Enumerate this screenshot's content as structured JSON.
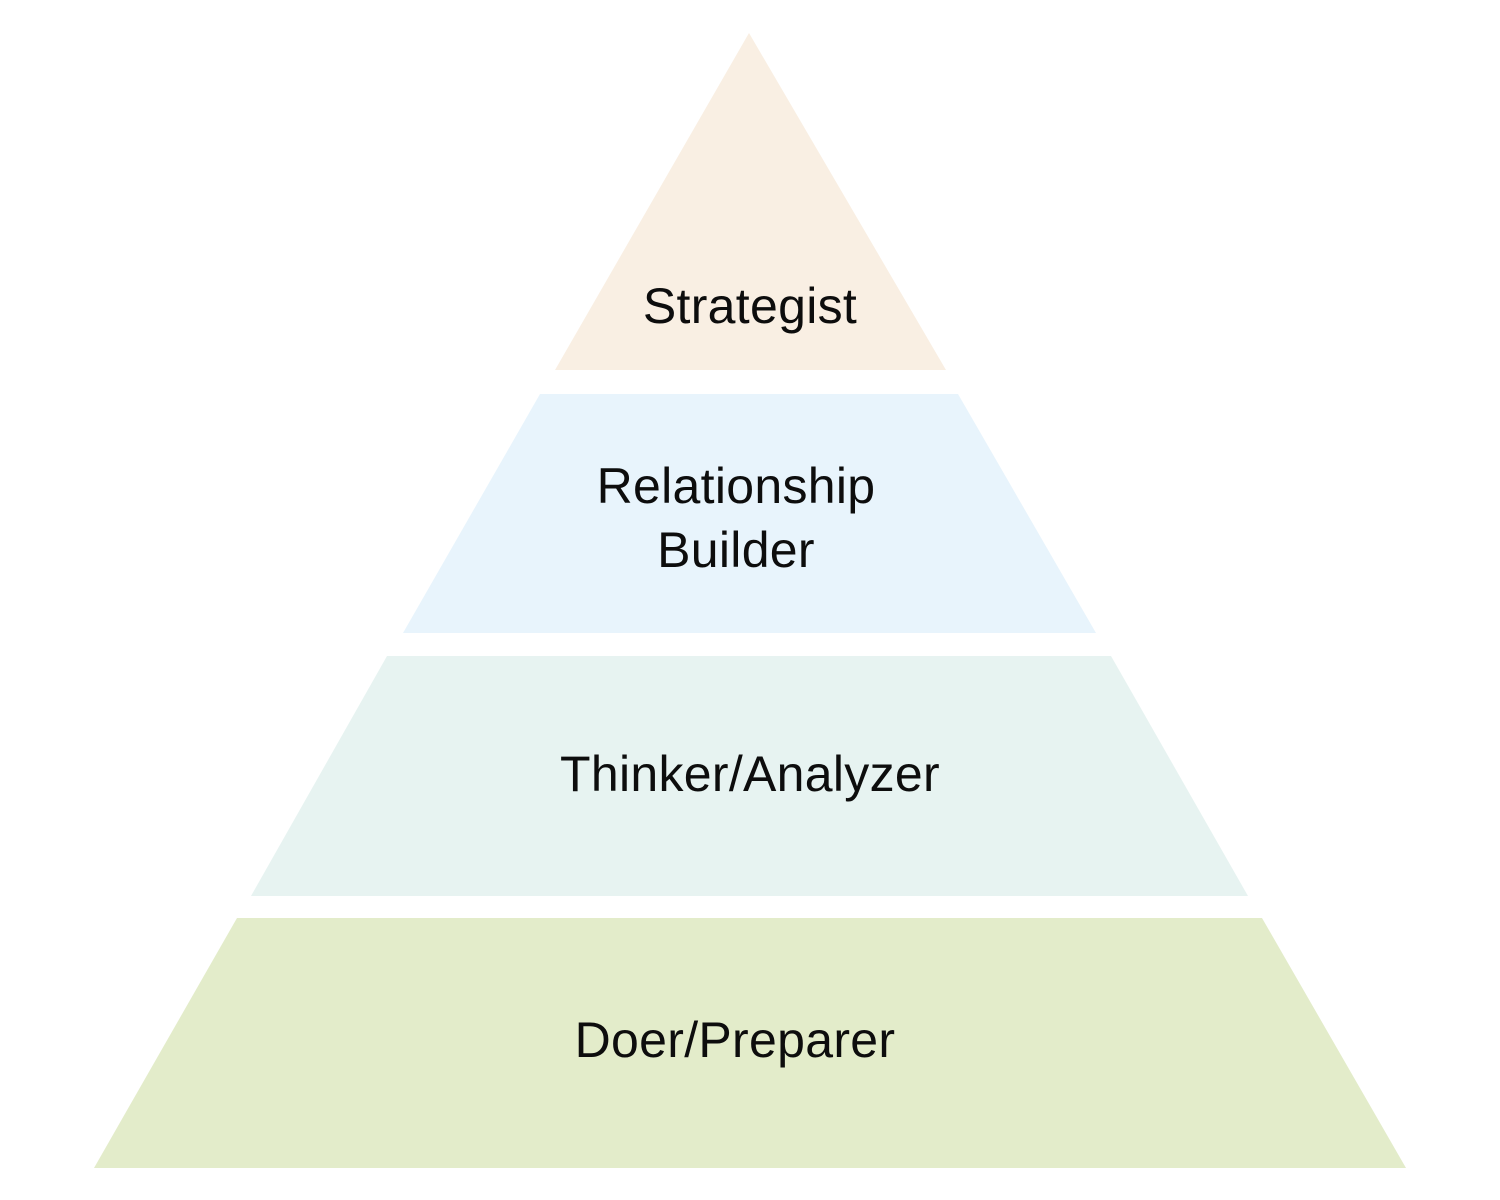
{
  "pyramid": {
    "tiers": [
      {
        "label": "Strategist",
        "color": "#f9efe3"
      },
      {
        "label": "Relationship Builder",
        "line1": "Relationship",
        "line2": "Builder",
        "color": "#e8f4fc"
      },
      {
        "label": "Thinker/Analyzer",
        "color": "#e7f3f1"
      },
      {
        "label": "Doer/Preparer",
        "color": "#e3ecca"
      }
    ]
  }
}
